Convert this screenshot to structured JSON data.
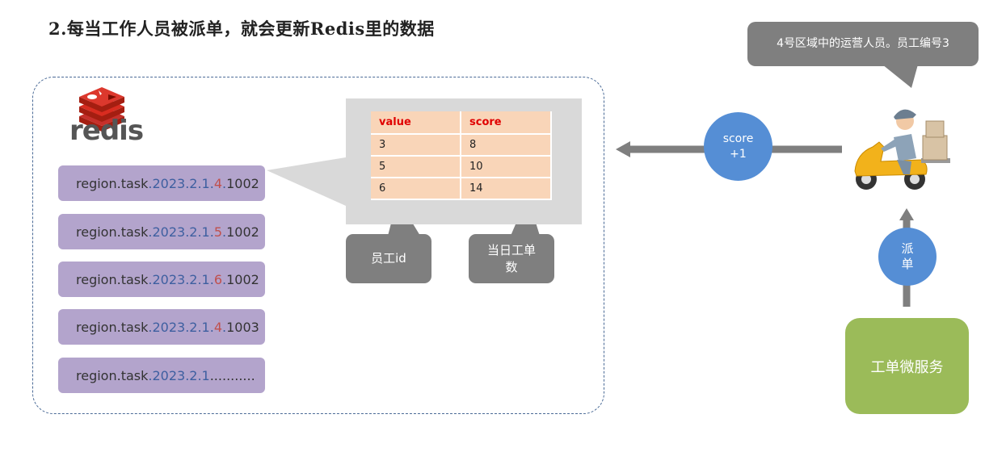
{
  "title": "2.每当工作人员被派单，就会更新Redis里的数据",
  "redis_logo_text": "redis",
  "keys": [
    {
      "prefix": "region.task",
      "dot1": ".",
      "date": "2023.2.1",
      "dot2": ".",
      "region": "4",
      "dot3": ".",
      "suffix": "1002"
    },
    {
      "prefix": "region.task",
      "dot1": ".",
      "date": "2023.2.1",
      "dot2": ".",
      "region": "5",
      "dot3": ".",
      "suffix": "1002"
    },
    {
      "prefix": "region.task",
      "dot1": ".",
      "date": "2023.2.1",
      "dot2": ".",
      "region": "6",
      "dot3": ".",
      "suffix": "1002"
    },
    {
      "prefix": "region.task",
      "dot1": ".",
      "date": "2023.2.1",
      "dot2": ".",
      "region": "4",
      "dot3": ".",
      "suffix": "1003"
    },
    {
      "prefix": "region.task",
      "dot1": ".",
      "date": "2023.2.1",
      "dot2": "",
      "region": "",
      "dot3": "",
      "suffix": "..........."
    }
  ],
  "table": {
    "headers": [
      "value",
      "score"
    ],
    "rows": [
      [
        "3",
        "8"
      ],
      [
        "5",
        "10"
      ],
      [
        "6",
        "14"
      ]
    ]
  },
  "callout_value": "员工id",
  "callout_score": "当日工单数",
  "score_circle": {
    "line1": "score",
    "line2": "+1"
  },
  "dispatch_circle": {
    "line1": "派",
    "line2": "单"
  },
  "top_callout": "4号区域中的运营人员。员工编号3",
  "service_label": "工单微服务",
  "colors": {
    "key_bg": "#b3a4cc",
    "date": "#3e5fa0",
    "region": "#c0504d",
    "circle": "#558ed5",
    "service": "#9bbb59",
    "callout": "#7f7f7f",
    "table_cell": "#f9d5b8",
    "table_header_text": "#e00000"
  }
}
